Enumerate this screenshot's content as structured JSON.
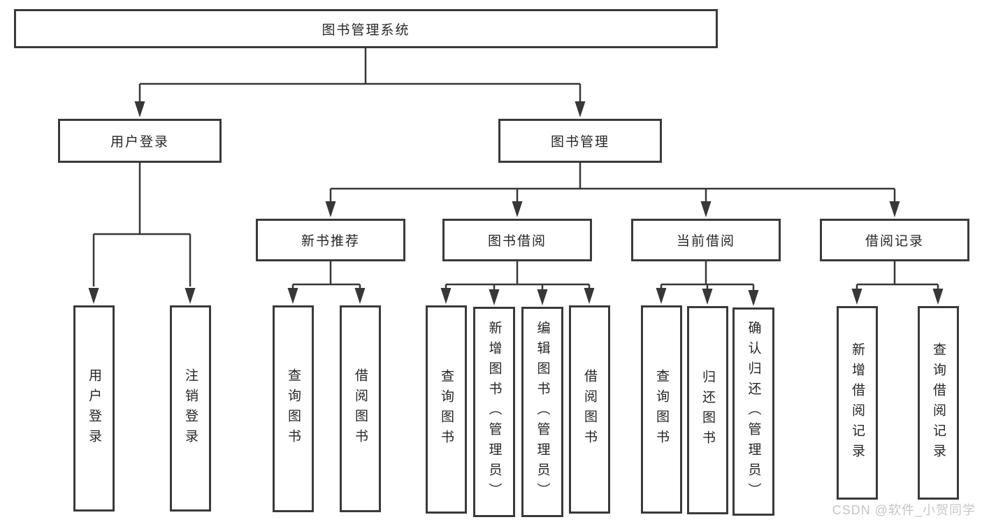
{
  "diagram": {
    "root": {
      "label": "图书管理系统"
    },
    "level2": [
      {
        "label": "用户登录"
      },
      {
        "label": "图书管理"
      }
    ],
    "level3": [
      {
        "label": "新书推荐"
      },
      {
        "label": "图书借阅"
      },
      {
        "label": "当前借阅"
      },
      {
        "label": "借阅记录"
      }
    ],
    "leaves": {
      "user_login": [
        {
          "label": "用户登录"
        },
        {
          "label": "注销登录"
        }
      ],
      "new_books": [
        {
          "label": "查询图书"
        },
        {
          "label": "借阅图书"
        }
      ],
      "book_borrow": [
        {
          "label": "查询图书"
        },
        {
          "label": "新增图书（管理员）"
        },
        {
          "label": "编辑图书（管理员）"
        },
        {
          "label": "借阅图书"
        }
      ],
      "current_borrow": [
        {
          "label": "查询图书"
        },
        {
          "label": "归还图书"
        },
        {
          "label": "确认归还（管理员）"
        }
      ],
      "borrow_records": [
        {
          "label": "新增借阅记录"
        },
        {
          "label": "查询借阅记录"
        }
      ]
    }
  },
  "watermark": {
    "text": "CSDN @软件_小贺同学"
  },
  "colors": {
    "line": "#373737",
    "border": "#3a3a3a",
    "text": "#262626",
    "watermark": "#c6c6c6",
    "background": "#ffffff"
  }
}
